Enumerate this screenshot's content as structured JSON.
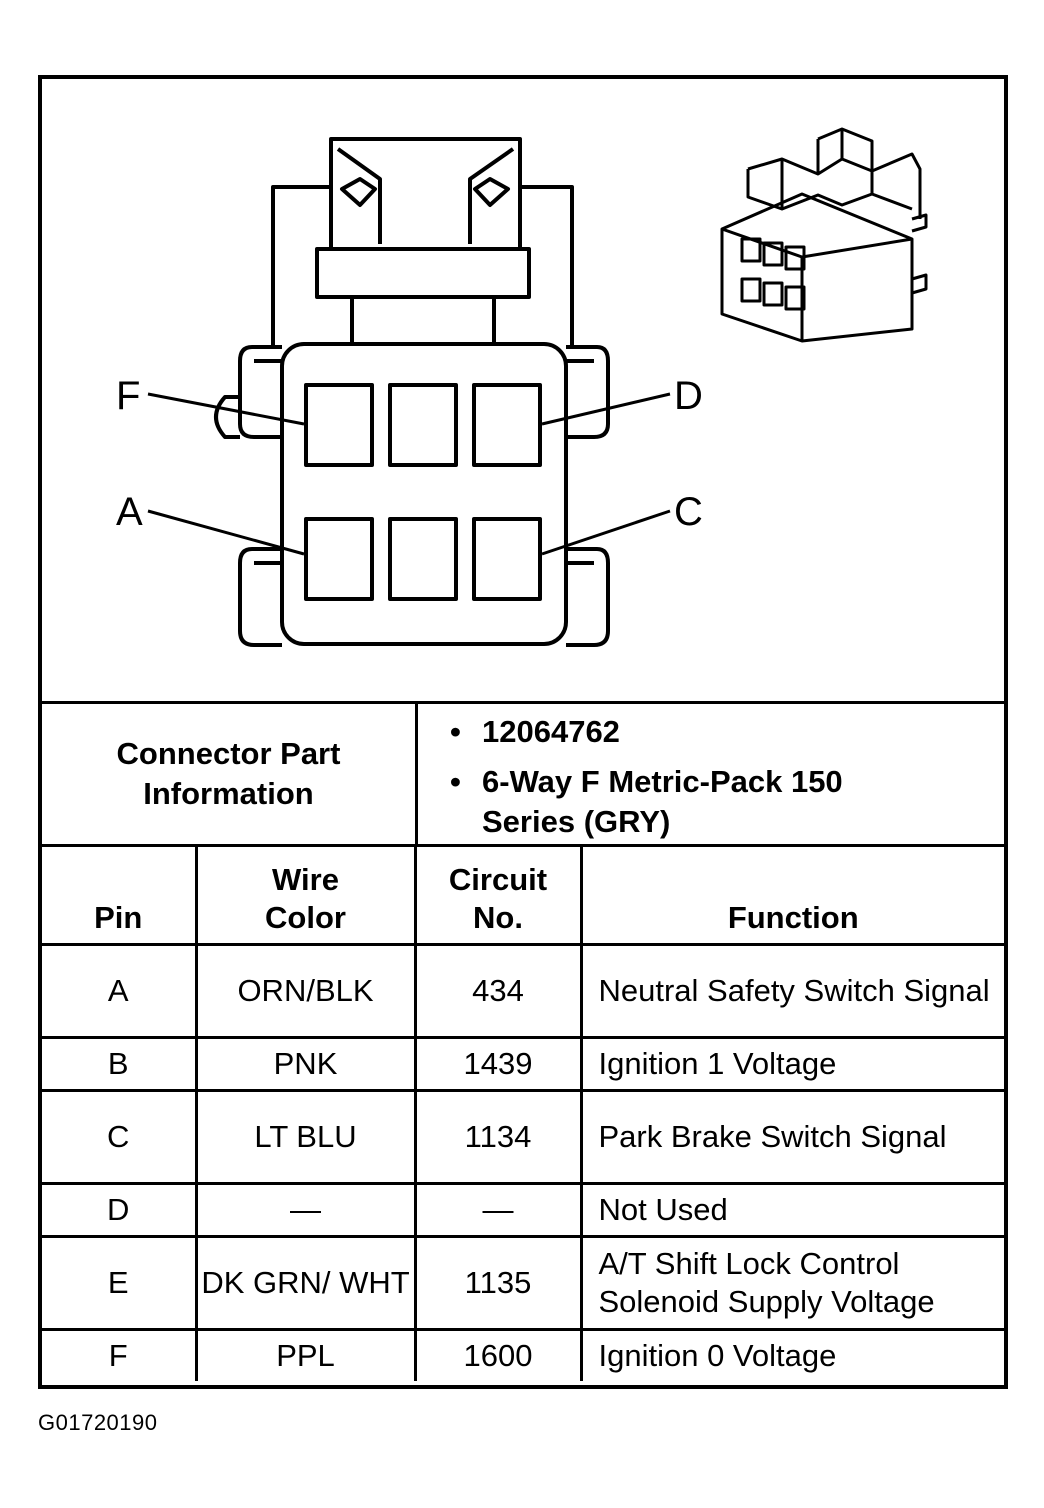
{
  "diagram": {
    "pin_labels": [
      "F",
      "D",
      "A",
      "C"
    ]
  },
  "connector_info": {
    "label": "Connector Part Information",
    "part_number": "12064762",
    "description": "6-Way F Metric-Pack 150 Series (GRY)"
  },
  "table": {
    "headers": {
      "pin": "Pin",
      "wire_color_line1": "Wire",
      "wire_color_line2": "Color",
      "circuit_line1": "Circuit",
      "circuit_line2": "No.",
      "function": "Function"
    },
    "rows": [
      {
        "pin": "A",
        "wire_color": "ORN/BLK",
        "circuit": "434",
        "function": "Neutral Safety Switch Signal"
      },
      {
        "pin": "B",
        "wire_color": "PNK",
        "circuit": "1439",
        "function": "Ignition 1 Voltage"
      },
      {
        "pin": "C",
        "wire_color": "LT BLU",
        "circuit": "1134",
        "function": "Park Brake Switch Signal"
      },
      {
        "pin": "D",
        "wire_color": "—",
        "circuit": "—",
        "function": "Not Used"
      },
      {
        "pin": "E",
        "wire_color": "DK GRN/ WHT",
        "circuit": "1135",
        "function": "A/T Shift Lock Control Solenoid Supply Voltage"
      },
      {
        "pin": "F",
        "wire_color": "PPL",
        "circuit": "1600",
        "function": "Ignition 0 Voltage"
      }
    ]
  },
  "footer": {
    "figure_id": "G01720190"
  }
}
